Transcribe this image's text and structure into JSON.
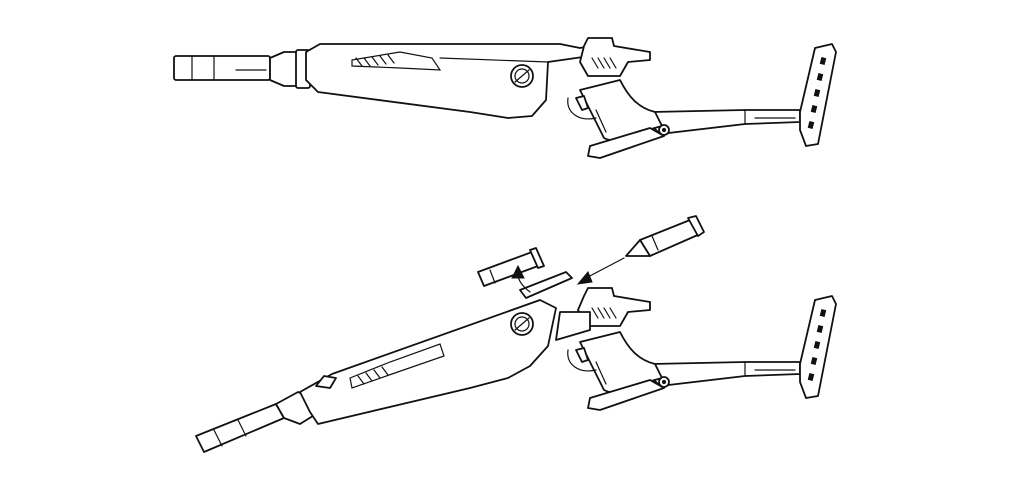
{
  "figure": {
    "background": "#ffffff",
    "ink": "#111111",
    "panels": [
      {
        "name": "rifle-closed-view",
        "state": "closed"
      },
      {
        "name": "rifle-open-loading-view",
        "state": "open"
      }
    ],
    "icons": [
      "load-arrow-icon",
      "eject-arrow-icon",
      "bullet-icon",
      "spent-cartridge-icon"
    ]
  }
}
